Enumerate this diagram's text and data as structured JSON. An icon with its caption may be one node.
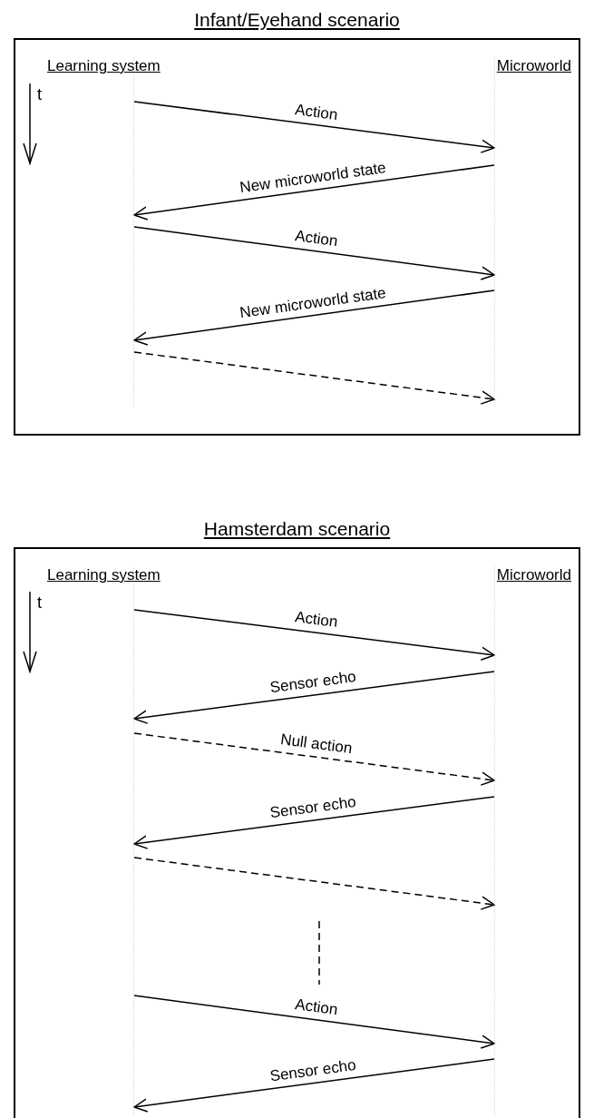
{
  "diagram": {
    "nodes": [
      {
        "text": [
          "Infant/Eyehand scenario"
        ]
      },
      {
        "text": [
          "Learning system"
        ],
        "in": 0
      },
      {
        "text": [
          "Microworld"
        ],
        "in": 0
      },
      {
        "text": [
          "Hamsterdam scenario"
        ]
      },
      {
        "text": [
          "Learning system"
        ],
        "in": 3
      },
      {
        "text": [
          "Microworld"
        ],
        "in": 3
      }
    ],
    "edges": [
      {
        "from": 1,
        "to": 2,
        "arrow": "to",
        "label": "Action"
      },
      {
        "from": 2,
        "to": 1,
        "arrow": "to",
        "label": "New microworld state"
      },
      {
        "from": 1,
        "to": 2,
        "arrow": "to",
        "label": "Action"
      },
      {
        "from": 2,
        "to": 1,
        "arrow": "to",
        "label": "New microworld state"
      },
      {
        "from": 1,
        "to": 2,
        "arrow": "to",
        "style": "dashed"
      },
      {
        "from": 4,
        "to": 5,
        "arrow": "to",
        "label": "Action"
      },
      {
        "from": 5,
        "to": 4,
        "arrow": "to",
        "label": "Sensor echo"
      },
      {
        "from": 4,
        "to": 5,
        "arrow": "to",
        "label": "Null action",
        "style": "dashed"
      },
      {
        "from": 5,
        "to": 4,
        "arrow": "to",
        "label": "Sensor echo"
      },
      {
        "from": 4,
        "to": 5,
        "arrow": "to",
        "style": "dashed"
      },
      {
        "from": 4,
        "to": 5,
        "arrow": "to",
        "label": "Action"
      },
      {
        "from": 5,
        "to": 4,
        "arrow": "to",
        "label": "Sensor echo"
      }
    ],
    "labels": [
      "t",
      "t"
    ]
  }
}
